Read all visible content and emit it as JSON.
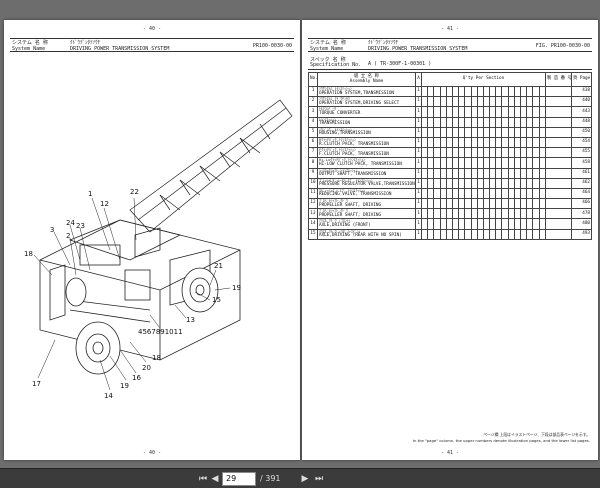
{
  "left_page": {
    "top_number": "- 40 -",
    "bottom_number": "- 40 -",
    "header": {
      "label_jp": "システム 名 称",
      "label_en": "System   Name",
      "name_kana": "ｸﾄﾞｳﾃﾞﾝﾀﾂｿｳﾁ",
      "name_en": "DRIVING POWER TRANSMISSION SYSTEM",
      "code": "PR100-0030-00"
    },
    "callouts": [
      "22",
      "1",
      "12",
      "3",
      "24",
      "23",
      "2",
      "18",
      "21",
      "19",
      "15",
      "13",
      "4567891011",
      "17",
      "14",
      "19",
      "16",
      "20",
      "18"
    ]
  },
  "right_page": {
    "top_number": "- 41 -",
    "bottom_number": "- 41 -",
    "header": {
      "label_jp": "システム 名 称",
      "label_en": "System   Name",
      "name_kana": "ｸﾄﾞｳﾃﾞﾝﾀﾂｿｳﾁ",
      "name_en": "DRIVING POWER TRANSMISSION SYSTEM",
      "fig_label": "FIG.",
      "code": "PR100-0030-00"
    },
    "spec": {
      "label_jp": "スペック 名 称",
      "label_en": "Specification No.",
      "value": "A ( TR-300F-1-00301 )"
    },
    "table_headers": {
      "no": "No.",
      "assembly_jp": "組 立 名 称",
      "assembly_en": "Assembly Name",
      "qty": "Q'ty Per Section",
      "serial": "製 造 番 号 Serial No.",
      "page": "頁 Page"
    },
    "rows": [
      {
        "no": "1",
        "kana": "ｿｳｻｼｽﾃﾑ ﾄﾗﾝｽﾐｯｼｮﾝ",
        "name": "OPERATION SYSTEM,TRANSMISSION",
        "qty": "1",
        "page": "438"
      },
      {
        "no": "2",
        "kana": "ｿｳｻｼｽﾃﾑ ｸﾄﾞｳｾﾝﾀｸ",
        "name": "OPERATION SYSTEM,DRIVING SELECT",
        "qty": "1",
        "page": "440"
      },
      {
        "no": "3",
        "kana": "ﾄﾙｸｺﾝﾊﾞｰﾀ",
        "name": "TORQUE CONVERTER",
        "qty": "1",
        "page": "443"
      },
      {
        "no": "4",
        "kana": "ﾄﾗﾝｽﾐｯｼｮﾝ",
        "name": "TRANSMISSION",
        "qty": "1",
        "page": "448"
      },
      {
        "no": "5",
        "kana": "ﾊｳｼﾞﾝｸﾞ,ﾄﾗﾝｽﾐｯｼｮﾝ",
        "name": "HOUSING,TRANSMISSION",
        "qty": "1",
        "page": "450"
      },
      {
        "no": "6",
        "kana": "Rｸﾗｯﾁﾊﾟｯｸ,ﾄﾗﾝｽﾐｯｼｮﾝ",
        "name": "R.CLUTCH PACK, TRANSMISSION",
        "qty": "1",
        "page": "454"
      },
      {
        "no": "7",
        "kana": "Fｸﾗｯﾁﾊﾟｯｸ,ﾄﾗﾝｽﾐｯｼｮﾝ",
        "name": "F.CLUTCH PACK, TRANSMISSION",
        "qty": "1",
        "page": "455"
      },
      {
        "no": "8",
        "kana": "Hi-Loｸﾗｯﾁﾊﾟｯｸ,ﾄﾗﾝｽﾐｯｼｮﾝ",
        "name": "HI-LOW CLUTCH PACK, TRANSMISSION",
        "qty": "1",
        "page": "458"
      },
      {
        "no": "9",
        "kana": "ｼｭﾂﾘｮｸｼｬﾌﾄ,ﾄﾗﾝｽﾐｯｼｮﾝ",
        "name": "OUTPUT SHAFT, TRANSMISSION",
        "qty": "1",
        "page": "461"
      },
      {
        "no": "10",
        "kana": "ﾌﾟﾚｯｼｬﾚｷﾞｭﾚｰﾀﾊﾞﾙﾌﾞ,ﾄﾗﾝｽﾐｯｼｮﾝ",
        "name": "PRESSURE REGULATOR VALVE,TRANSMISSION",
        "qty": "1",
        "page": "462"
      },
      {
        "no": "11",
        "kana": "ﾘﾃﾞｭｰｼﾝｸﾞﾊﾞﾙﾌﾞ,ﾄﾗﾝｽﾐｯｼｮﾝ",
        "name": "REDUCING VALVE, TRANSMISSION",
        "qty": "1",
        "page": "464"
      },
      {
        "no": "12",
        "kana": "ﾌﾟﾛﾍﾟﾗｼｬﾌﾄ,ｸﾄﾞｳ",
        "name": "PROPELLER SHAFT, DRIVING",
        "qty": "1",
        "page": "466"
      },
      {
        "no": "13",
        "kana": "ﾌﾟﾛﾍﾟﾗｼｬﾌﾄ,ｸﾄﾞｳ",
        "name": "PROPELLER SHAFT, DRIVING",
        "qty": "1",
        "page": "478"
      },
      {
        "no": "14",
        "kana": "ｱｸｽﾙ,ｸﾄﾞｳ (ﾌﾛﾝﾄ)",
        "name": "AXLE,DRIVING (FRONT)",
        "qty": "1",
        "page": "480"
      },
      {
        "no": "15",
        "kana": "ｱｸｽﾙ,ｸﾄﾞｳ (ﾘﾔ ﾉｰｽﾋﾟﾝ)",
        "name": "AXLE,DRIVING (REAR WITH NO SPIN)",
        "qty": "1",
        "page": "493"
      }
    ],
    "footnote_jp": "ページ欄 上段はイラストページ、下段は部品表ページを示す。",
    "footnote_en": "In the \"page\" column, the upper numbers denote illustration pages, and the lower list pages."
  },
  "toolbar": {
    "first_icon": "first-page-icon",
    "prev_icon": "prev-page-icon",
    "current_page": "29",
    "total_pages": "/ 391",
    "next_icon": "next-page-icon",
    "last_icon": "last-page-icon"
  }
}
